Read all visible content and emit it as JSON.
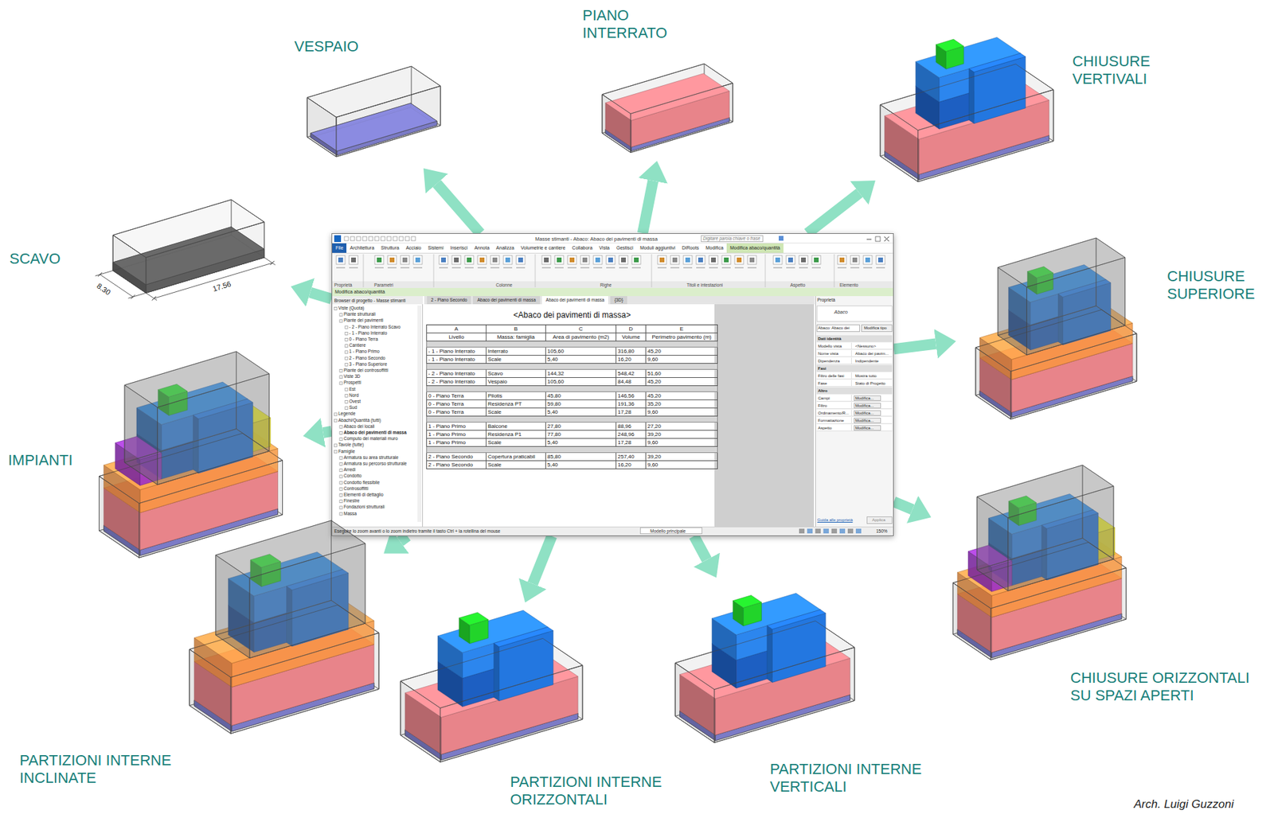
{
  "diagram": {
    "nodes": [
      {
        "text": [
          "<Abaco dei pavimenti di massa>"
        ]
      },
      {
        "text": [
          "VESPAIO"
        ]
      },
      {
        "text": [
          "PIANO INTERRATO"
        ]
      },
      {
        "text": [
          "CHIUSURE VERTIVALI"
        ]
      },
      {
        "text": [
          "SCAVO"
        ]
      },
      {
        "text": [
          "CHIUSURE SUPERIORE"
        ]
      },
      {
        "text": [
          "IMPIANTI"
        ]
      },
      {
        "text": [
          "CHIUSURE ORIZZONTALI SU SPAZI APERTI"
        ]
      },
      {
        "text": [
          "PARTIZIONI INTERNE INCLINATE"
        ]
      },
      {
        "text": [
          "PARTIZIONI INTERNE ORIZZONTALI"
        ]
      },
      {
        "text": [
          "PARTIZIONI INTERNE VERTICALI"
        ]
      }
    ],
    "edges": [
      {
        "from": 0,
        "to": 1,
        "arrow": "to"
      },
      {
        "from": 0,
        "to": 2,
        "arrow": "to"
      },
      {
        "from": 0,
        "to": 3,
        "arrow": "to"
      },
      {
        "from": 0,
        "to": 4,
        "arrow": "to"
      },
      {
        "from": 0,
        "to": 5,
        "arrow": "to"
      },
      {
        "from": 0,
        "to": 6,
        "arrow": "to"
      },
      {
        "from": 0,
        "to": 7,
        "arrow": "to"
      },
      {
        "from": 0,
        "to": 8,
        "arrow": "to"
      },
      {
        "from": 0,
        "to": 9,
        "arrow": "to"
      },
      {
        "from": 0,
        "to": 10,
        "arrow": "to"
      }
    ],
    "labels": [
      "Masse stimanti - Abaco: Abaco dei pavimenti di massa",
      "Digitare parola chiave o frase",
      "File",
      "Architettura",
      "Struttura",
      "Acciaio",
      "Sistemi",
      "Inserisci",
      "Annota",
      "Analizza",
      "Volumetrie e cantiere",
      "Collabora",
      "Vista",
      "Gestisci",
      "Moduli aggiuntivi",
      "DiRoots",
      "Modifica",
      "Modifica abaco/quantità",
      "Proprietà",
      "Parametri",
      "Colonne",
      "Righe",
      "Titoli e intestazioni",
      "Aspetto",
      "Elemento",
      "Modifica abaco/quantità",
      "2 - Piano Secondo",
      "Abaco dei pavimenti di massa",
      "Abaco dei pavimenti di massa",
      "{3D}",
      "Browser di progetto - Masse stimanti",
      "Viste (Quota)",
      "Piante strutturali",
      "Piante dei pavimenti",
      "- 2 - Piano Interrato Scavo",
      "- 1 - Piano Interrato",
      "0 - Piano Terra",
      "Cantiere",
      "1 - Piano Primo",
      "2 - Piano Secondo",
      "3 - Piano Superiore",
      "Piante dei controsoffitti",
      "Viste 3D",
      "Prospetti",
      "Est",
      "Nord",
      "Ovest",
      "Sud",
      "Legende",
      "Abachi/Quantità (tutti)",
      "Abaco dei locali",
      "Abaco dei pavimenti di massa",
      "Computo dei materiali muro",
      "Tavole (tutte)",
      "Famiglie",
      "Armatura su area strutturale",
      "Armatura su percorso strutturale",
      "Arredi",
      "Condotto",
      "Condotto flessibile",
      "Controsoffitti",
      "Elementi di dettaglio",
      "Finestre",
      "Fondazioni strutturali",
      "Massa",
      "A",
      "B",
      "C",
      "D",
      "E",
      "Livello",
      "Massa: famiglia",
      "Area di pavimento (m2)",
      "Volume",
      "Perimetro pavimento (m)",
      "- 1 - Piano Interrato",
      "Interrato",
      "105,60",
      "316,80",
      "45,20",
      "- 1 - Piano Interrato",
      "Scale",
      "5,40",
      "16,20",
      "9,60",
      "- 2 - Piano Interrato",
      "Scavo",
      "144,32",
      "548,42",
      "51,60",
      "- 2 - Piano Interrato",
      "Vespaio",
      "105,60",
      "84,48",
      "45,20",
      "0 - Piano Terra",
      "Pilotis",
      "45,80",
      "146,56",
      "45,20",
      "0 - Piano Terra",
      "Residenza PT",
      "59,80",
      "191,36",
      "35,20",
      "0 - Piano Terra",
      "Scale",
      "5,40",
      "17,28",
      "9,60",
      "1 - Piano Primo",
      "Balcone",
      "27,80",
      "88,96",
      "27,20",
      "1 - Piano Primo",
      "Residenza P1",
      "77,80",
      "248,96",
      "39,20",
      "1 - Piano Primo",
      "Scale",
      "5,40",
      "17,28",
      "9,60",
      "2 - Piano Secondo",
      "Copertura praticabil",
      "85,80",
      "257,40",
      "39,20",
      "2 - Piano Secondo",
      "Scale",
      "5,40",
      "16,20",
      "9,60",
      "Proprietà",
      "Abaco",
      "Abaco: Abaco dei",
      "Modifica tipo",
      "Dati identità",
      "Modello vista",
      "<Nessuno>",
      "Nome vista",
      "Abaco dei pavim...",
      "Dipendenza",
      "Indipendente",
      "Fasi",
      "Filtro delle fasi",
      "Mostra tutto",
      "Fase",
      "Stato di Progetto",
      "Altro",
      "Campi",
      "Modifica...",
      "Filtro",
      "Modifica...",
      "Ordinamento/R...",
      "Modifica...",
      "Formattazione",
      "Modifica...",
      "Aspetto",
      "Modifica...",
      "Guida alle proprietà",
      "Applica",
      "Eseguire lo zoom avanti o lo zoom indietro tramite il tasto Ctrl + la rotellina del mouse",
      "Modello principale",
      "150%",
      "17.56",
      "8.30",
      "Arch. Luigi Guzzoni"
    ]
  }
}
